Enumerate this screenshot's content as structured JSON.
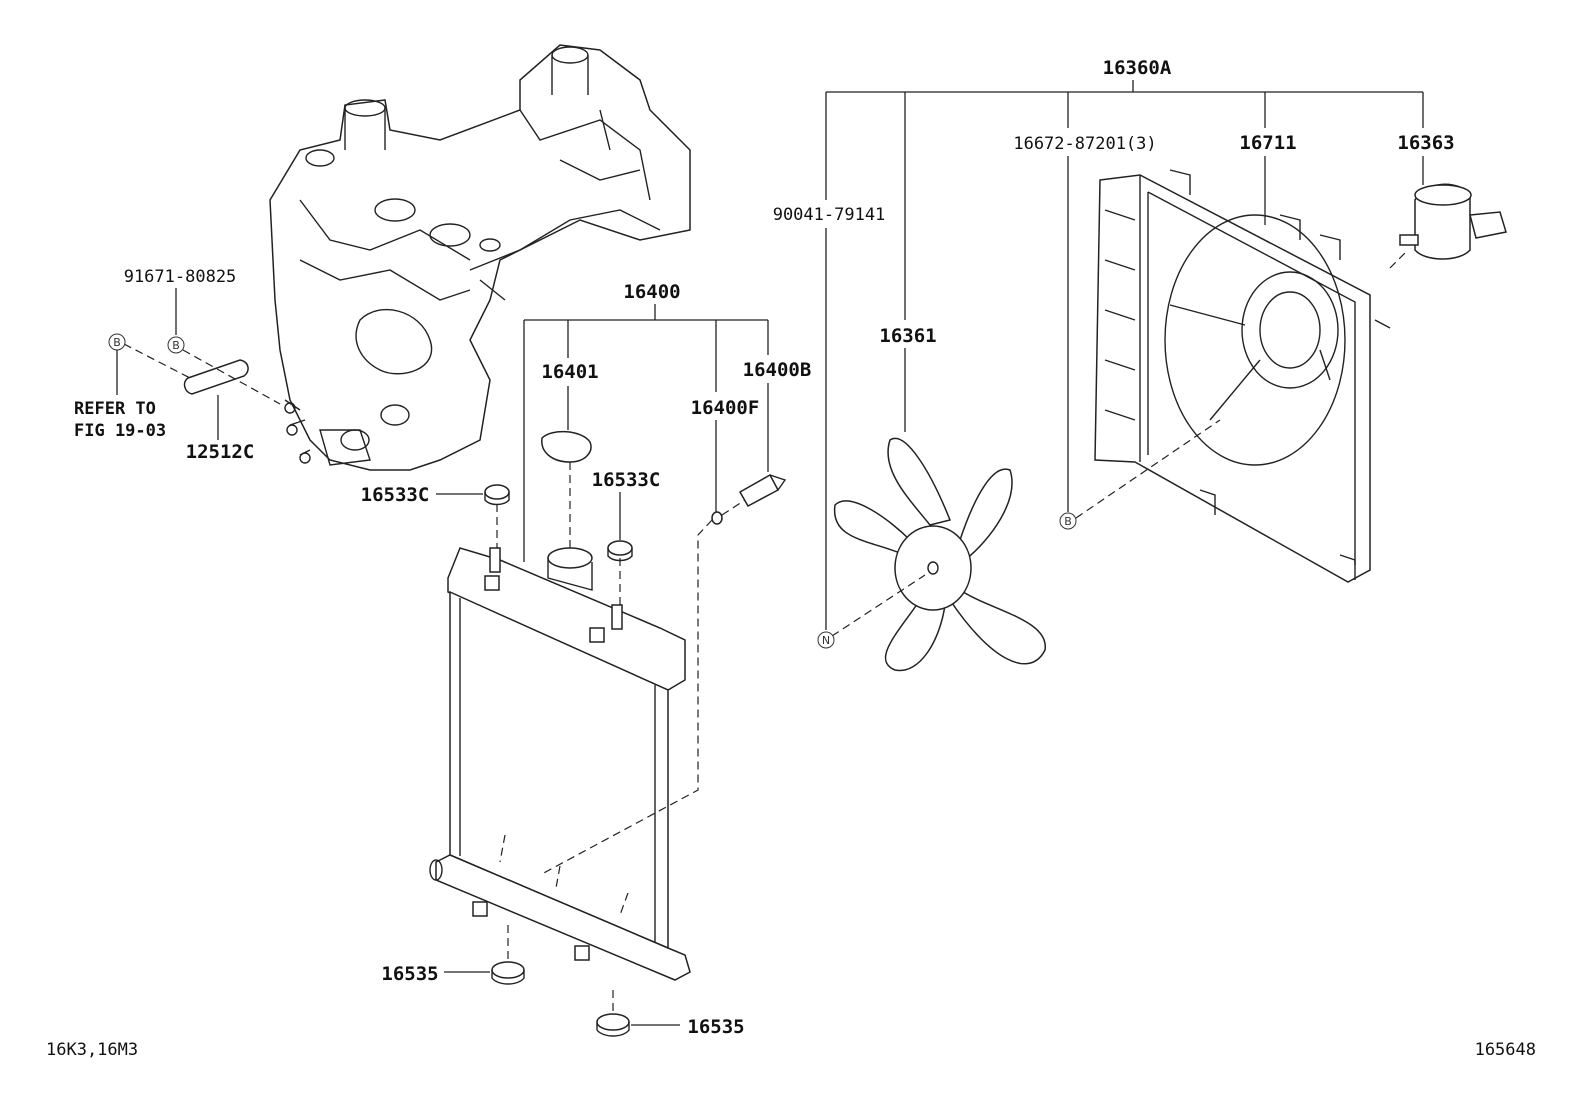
{
  "callouts": {
    "p16360A": "16360A",
    "p16672": "16672-87201(3)",
    "p16711": "16711",
    "p16363": "16363",
    "p90041": "90041-79141",
    "p16361": "16361",
    "p91671": "91671-80825",
    "p16400": "16400",
    "p16401": "16401",
    "p16400B": "16400B",
    "p16400F": "16400F",
    "p16533C_a": "16533C",
    "p16533C_b": "16533C",
    "p12512C": "12512C",
    "p16535_a": "16535",
    "p16535_b": "16535"
  },
  "refer": {
    "line1": "REFER TO",
    "line2": "FIG 19-03"
  },
  "markers": {
    "b1": "B",
    "b2": "B",
    "b3": "B",
    "n1": "N"
  },
  "footer": {
    "models": "16K3,16M3",
    "figure_id": "165648"
  }
}
